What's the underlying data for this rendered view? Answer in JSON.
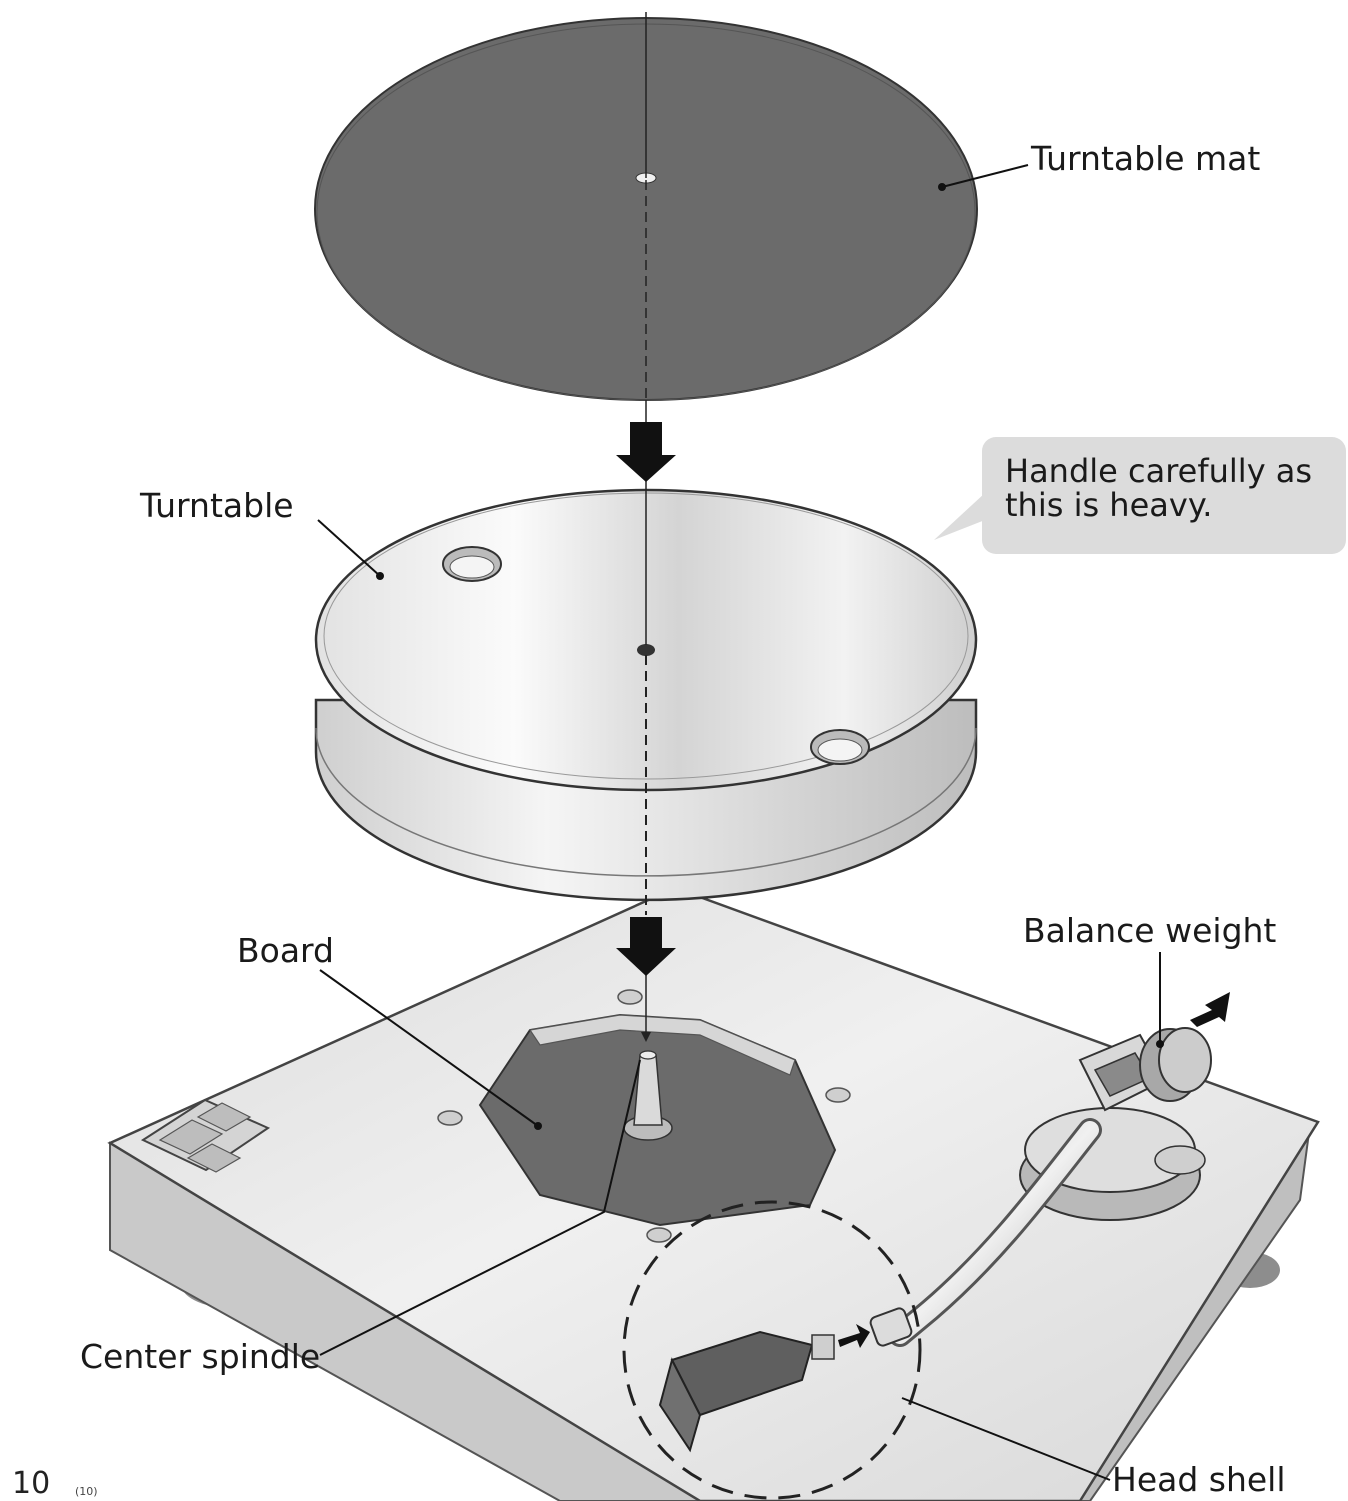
{
  "labels": {
    "turntable_mat": "Turntable mat",
    "turntable": "Turntable",
    "board": "Board",
    "balance_weight": "Balance weight",
    "center_spindle": "Center spindle",
    "head_shell": "Head shell"
  },
  "callout": {
    "text": "Handle carefully as\nthis is heavy."
  },
  "page": {
    "number": "10",
    "sub": "(10)"
  }
}
